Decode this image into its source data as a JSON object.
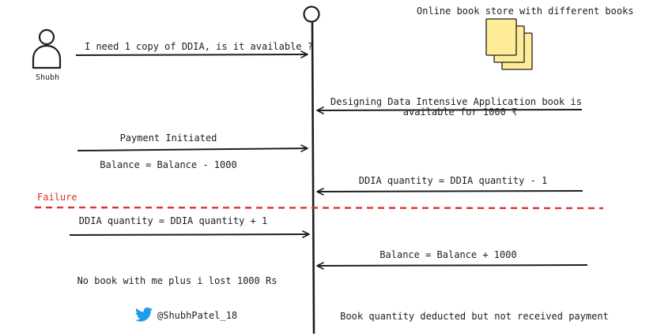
{
  "header": {
    "store_caption": "Online book store with different books"
  },
  "actor": {
    "name": "Shubh"
  },
  "messages": {
    "request": "I need 1 copy of DDIA, is it available ?",
    "availability_line1": "Designing Data Intensive Application book is",
    "availability_line2": "available for 1000 ₹",
    "payment_initiated": "Payment Initiated",
    "balance_debit": "Balance = Balance - 1000",
    "quantity_decrement": "DDIA quantity = DDIA quantity - 1",
    "failure_label": "Failure",
    "quantity_increment": "DDIA quantity = DDIA quantity + 1",
    "balance_credit": "Balance = Balance + 1000"
  },
  "footer": {
    "user_outcome": "No book with me plus i lost 1000 Rs",
    "store_outcome": "Book quantity deducted but not received payment",
    "handle": "@ShubhPatel_18"
  },
  "colors": {
    "ink": "#1e1e1e",
    "failure": "#e03131",
    "book_fill": "#ffec99",
    "twitter": "#1d9bf0"
  },
  "icons": [
    "person-icon",
    "books-icon",
    "twitter-icon"
  ]
}
